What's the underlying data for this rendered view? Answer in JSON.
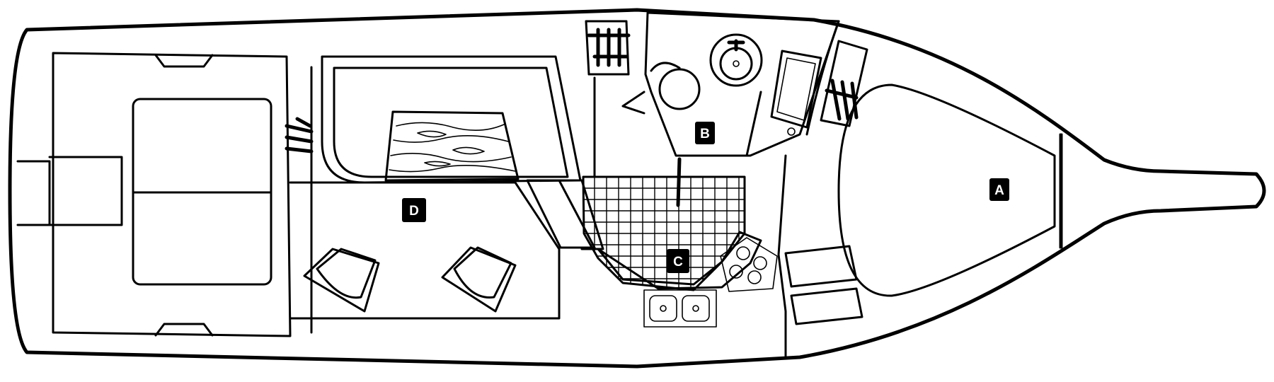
{
  "diagram": {
    "type": "boat-deck-plan",
    "labels": [
      {
        "id": "a",
        "text": "A"
      },
      {
        "id": "b",
        "text": "B"
      },
      {
        "id": "c",
        "text": "C"
      },
      {
        "id": "d",
        "text": "D"
      }
    ]
  },
  "colors": {
    "line": "#000000",
    "background": "#ffffff",
    "label_fill": "#000000",
    "label_text": "#ffffff"
  }
}
